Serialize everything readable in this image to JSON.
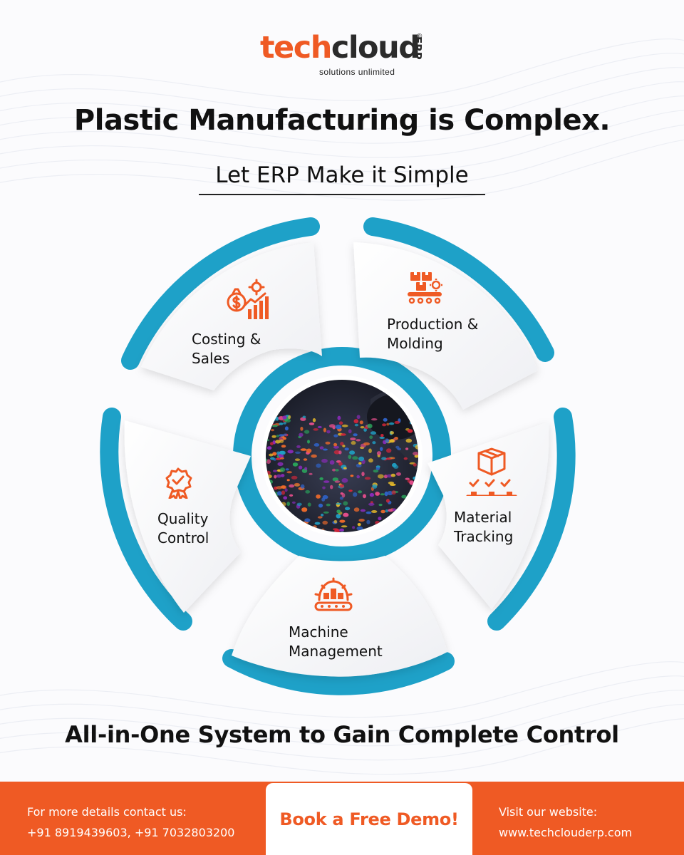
{
  "brand": {
    "word_tech": "tech",
    "word_cloud": "cloud",
    "badge": "ERP",
    "registered": "®",
    "tagline": "solutions unlimited"
  },
  "headline": "Plastic Manufacturing is Complex.",
  "subheadline": "Let ERP Make it Simple",
  "segments": [
    {
      "line1": "Costing &",
      "line2": "Sales",
      "icon": "costing-sales-icon"
    },
    {
      "line1": "Production &",
      "line2": "Molding",
      "icon": "production-molding-icon"
    },
    {
      "line1": "Material",
      "line2": "Tracking",
      "icon": "material-tracking-icon"
    },
    {
      "line1": "Machine",
      "line2": "Management",
      "icon": "machine-management-icon"
    },
    {
      "line1": "Quality",
      "line2": "Control",
      "icon": "quality-control-icon"
    }
  ],
  "center_image": "plastic-pellets-photo",
  "tagline": "All-in-One System to Gain Complete Control",
  "footer": {
    "contact_label": "For more details contact us:",
    "contact_phones": "+91 8919439603, +91 7032803200",
    "demo_label": "Book a Free Demo!",
    "website_label": "Visit our website:",
    "website_url": "www.techclouderp.com"
  },
  "colors": {
    "accent_orange": "#ef5a24",
    "ring_blue": "#1ea1c8",
    "text_dark": "#111111"
  }
}
